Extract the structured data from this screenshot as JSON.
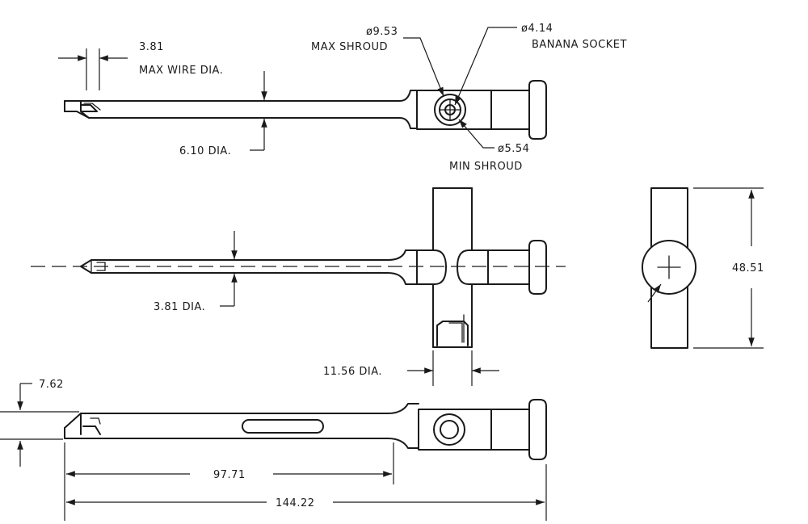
{
  "dimensions": {
    "wire_dia_value": "3.81",
    "wire_dia_caption": "MAX WIRE DIA.",
    "max_shroud_value": "ø9.53",
    "max_shroud_caption": "MAX SHROUD",
    "banana_socket_value": "ø4.14",
    "banana_socket_caption": "BANANA SOCKET",
    "min_shroud_value": "ø5.54",
    "min_shroud_caption": "MIN SHROUD",
    "shaft_dia_top": "6.10  DIA.",
    "shaft_dia_mid": "3.81  DIA.",
    "cross_dia": "11.56  DIA.",
    "height_right": "48.51",
    "tip_offset": "7.62",
    "length_short": "97.71",
    "length_total": "144.22"
  }
}
